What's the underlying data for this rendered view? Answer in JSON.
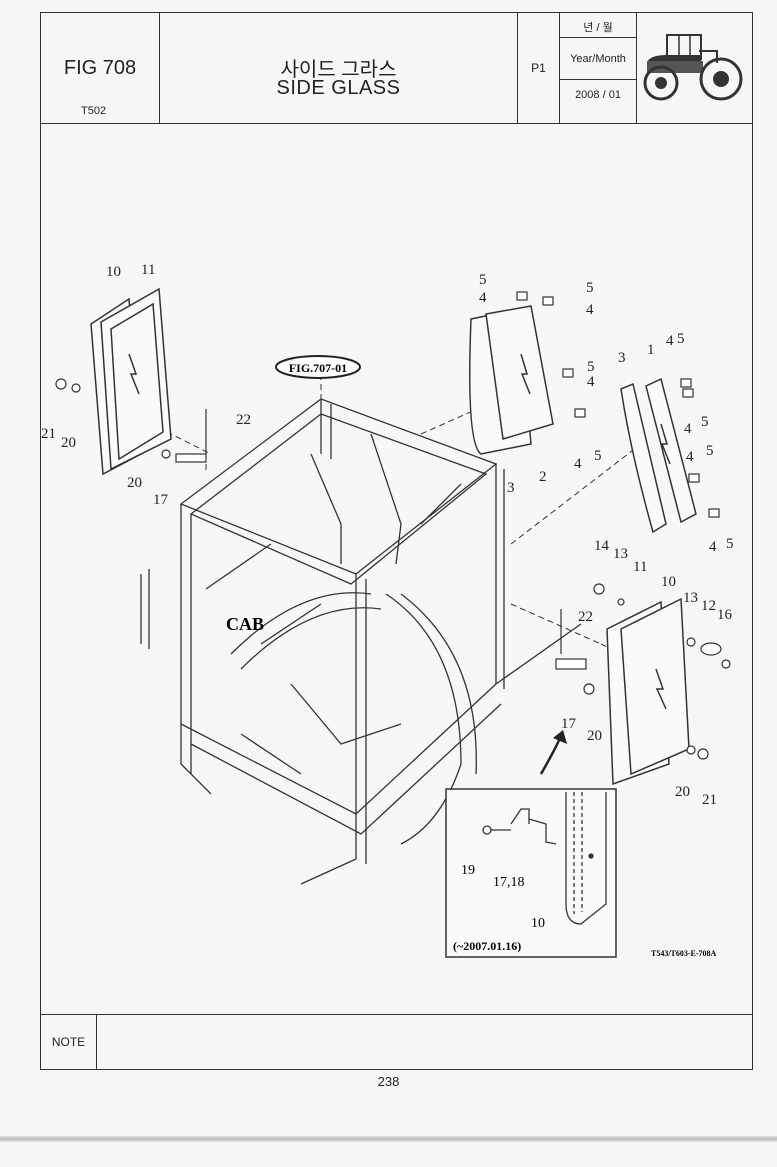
{
  "header": {
    "fig_no": "FIG 708",
    "model": "T502",
    "title_ko": "사이드 그라스",
    "title_en": "SIDE GLASS",
    "page": "P1",
    "ym_label_ko": "년 / 월",
    "ym_label_en": "Year/Month",
    "ym_value": "2008 / 01"
  },
  "diagram": {
    "ref_label": "FIG.707-01",
    "cab_label": "CAB",
    "inset_label": "(~2007.01.16)",
    "drawing_code": "T543/T603-E-708A",
    "callouts": {
      "c10a": "10",
      "c11a": "11",
      "c21a": "21",
      "c20a": "20",
      "c20b": "20",
      "c17a": "17",
      "c22a": "22",
      "c5a": "5",
      "c4a": "4",
      "c5b": "5",
      "c4b": "4",
      "c5c": "5",
      "c4c": "4",
      "c3a": "3",
      "c2a": "2",
      "c4d": "4",
      "c5d": "5",
      "c3b": "3",
      "c1a": "1",
      "c4e": "4",
      "c5e": "5",
      "c4f": "4",
      "c5f": "5",
      "c4g": "4",
      "c5g": "5",
      "c4h": "4",
      "c5h": "5",
      "c14a": "14",
      "c13a": "13",
      "c11b": "11",
      "c10b": "10",
      "c13b": "13",
      "c12a": "12",
      "c16a": "16",
      "c22b": "22",
      "c17b": "17",
      "c20c": "20",
      "c20d": "20",
      "c21b": "21",
      "c19a": "19",
      "c1718": "17,18",
      "c10c": "10"
    }
  },
  "note_label": "NOTE",
  "page_number": "238"
}
